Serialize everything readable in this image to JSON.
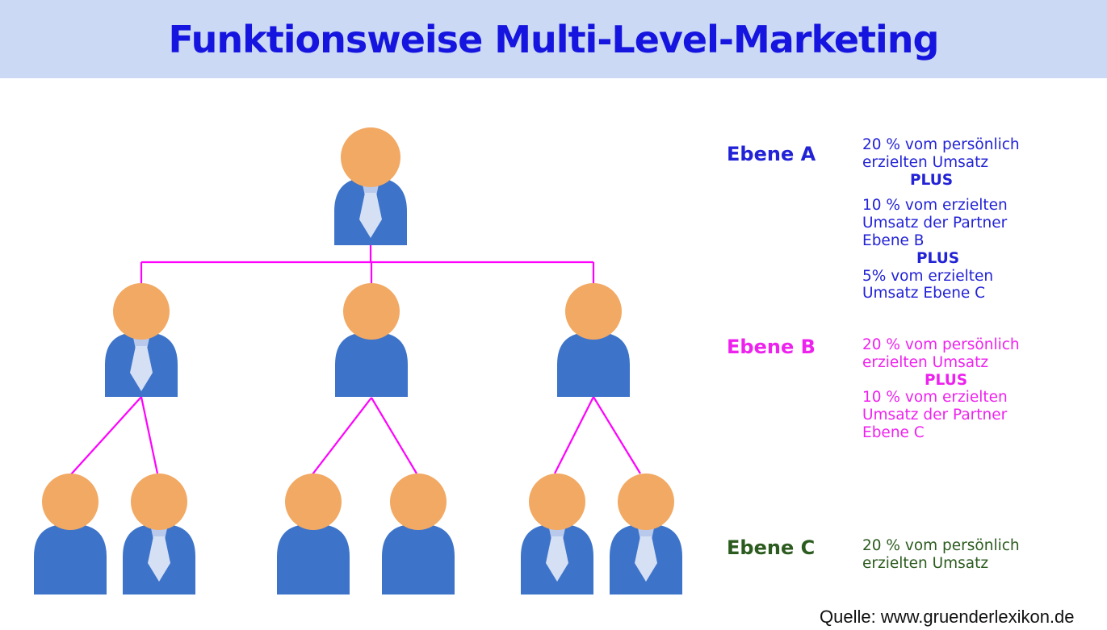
{
  "title": "Funktionsweise Multi-Level-Marketing",
  "source": "Quelle: www.gruenderlexikon.de",
  "colors": {
    "banner-bg": "#cbd9f5",
    "title-blue": "#1515df",
    "level-a-blue": "#2222d6",
    "level-b-magenta": "#ee22ee",
    "level-c-green": "#2b5b1e",
    "connector-magenta": "#ff00ff",
    "head-orange": "#f2a963",
    "body-blue": "#3d74c9",
    "tie-knot": "#b9c9ec",
    "tie-body": "#d6e0f4",
    "source-black": "#111111"
  },
  "levels": [
    {
      "id": "A",
      "label": "Ebene A",
      "lines": [
        "20 % vom persönlich",
        "erzielten Umsatz",
        "PLUS",
        "10 % vom erzielten",
        "Umsatz der Partner",
        "Ebene B",
        "PLUS",
        "5% vom erzielten",
        "Umsatz Ebene C"
      ]
    },
    {
      "id": "B",
      "label": "Ebene B",
      "lines": [
        "20 % vom persönlich",
        "erzielten Umsatz",
        "PLUS",
        "10 % vom erzielten",
        "Umsatz der Partner",
        "Ebene C"
      ]
    },
    {
      "id": "C",
      "label": "Ebene C",
      "lines": [
        "20 % vom persönlich",
        "erzielten Umsatz"
      ]
    }
  ],
  "diagram": {
    "type": "org-tree",
    "level_member_counts": {
      "A": 1,
      "B": 3,
      "C": 6
    },
    "persons_with_tie": [
      "A1",
      "B1",
      "C2",
      "C5",
      "C6"
    ]
  }
}
